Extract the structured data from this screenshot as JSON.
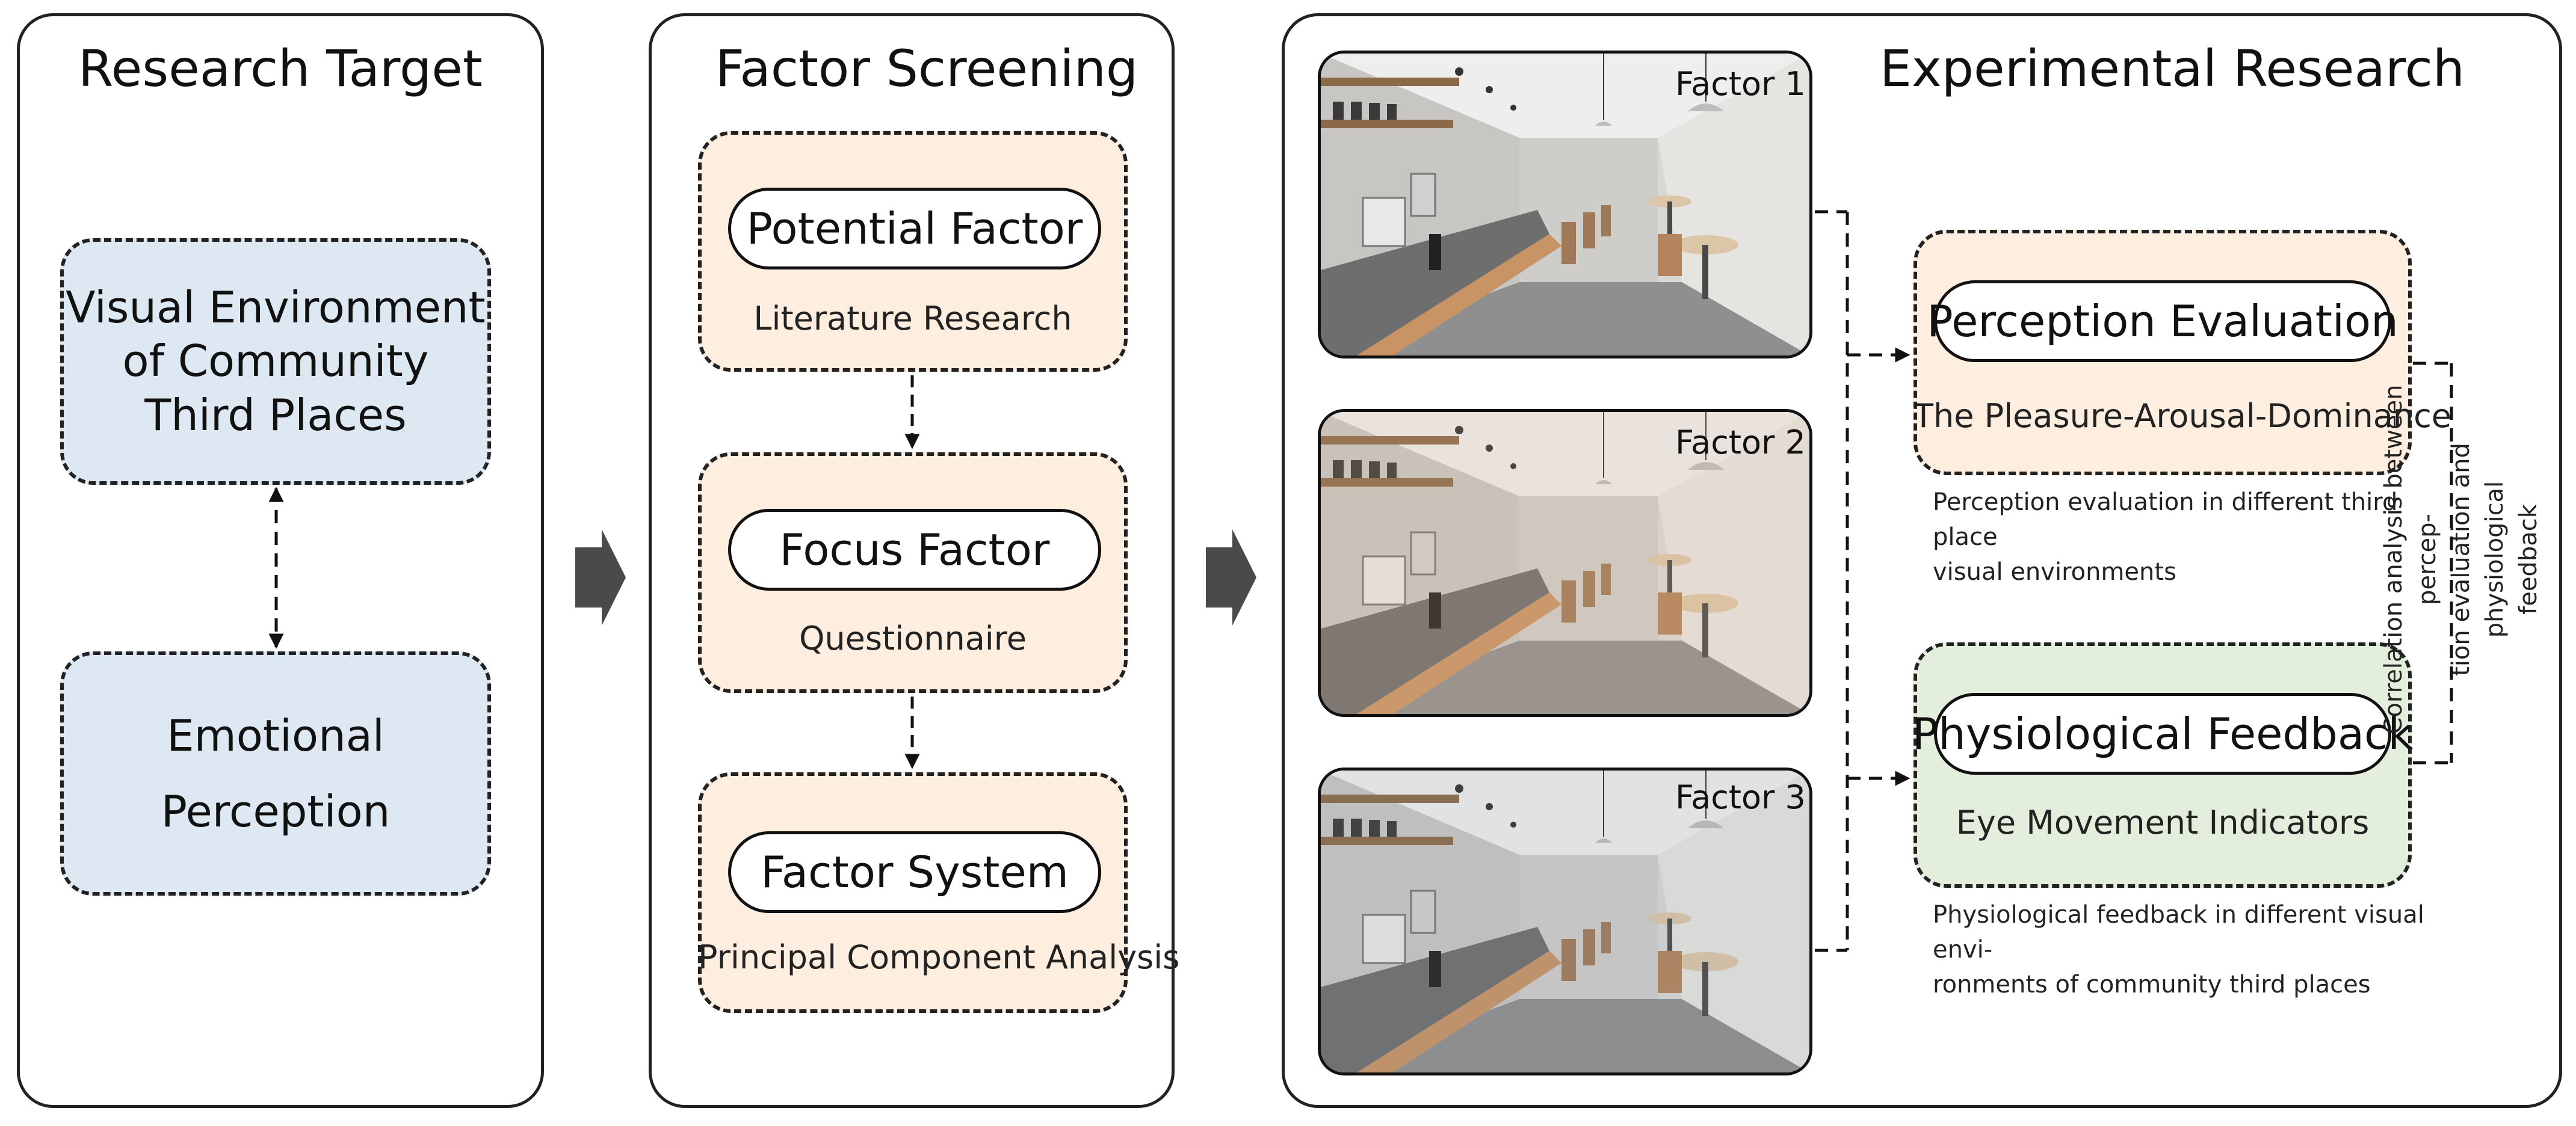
{
  "panels": {
    "research_target": {
      "title": "Research Target",
      "box1_lines": [
        "Visual Environment",
        "of Community",
        "Third Places"
      ],
      "box2_lines": [
        "Emotional",
        "Perception"
      ]
    },
    "factor_screening": {
      "title": "Factor Screening",
      "steps": [
        {
          "pill": "Potential Factor",
          "sub": "Literature Research"
        },
        {
          "pill": "Focus Factor",
          "sub": "Questionnaire"
        },
        {
          "pill": "Factor System",
          "sub": "Principal Component Analysis"
        }
      ]
    },
    "experimental_research": {
      "title": "Experimental Research",
      "photos": [
        {
          "label": "Factor 1"
        },
        {
          "label": "Factor 2"
        },
        {
          "label": "Factor 3"
        }
      ],
      "perception": {
        "pill": "Perception Evaluation",
        "sub": "The Pleasure-Arousal-Dominance",
        "note_lines": [
          "Perception evaluation in different third place",
          "visual environments"
        ]
      },
      "physiological": {
        "pill": "Physiological Feedback",
        "sub": "Eye Movement Indicators",
        "note_lines": [
          "Physiological feedback in different visual envi-",
          "ronments of community third places"
        ]
      },
      "correlation_lines": [
        "Correlation analysis between percep-",
        "tion evaluation and physiological",
        "feedback"
      ]
    }
  },
  "colors": {
    "blue_box": "#dde8f3",
    "peach_box": "#fdeedf",
    "green_box": "#e3efdc",
    "arrow": "#4a4a4a"
  }
}
